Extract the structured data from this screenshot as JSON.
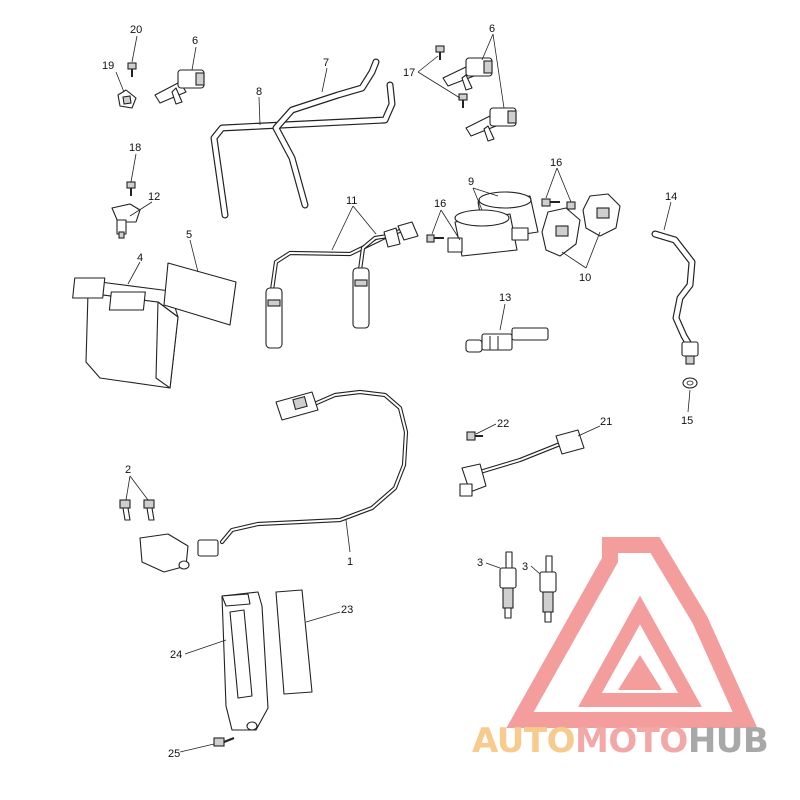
{
  "diagram": {
    "callouts": [
      "1",
      "2",
      "3",
      "4",
      "5",
      "6",
      "6",
      "7",
      "8",
      "9",
      "10",
      "11",
      "12",
      "13",
      "14",
      "15",
      "16",
      "16",
      "17",
      "18",
      "19",
      "20",
      "21",
      "22",
      "23",
      "24",
      "25"
    ]
  },
  "watermark": {
    "word_1": "AUTO",
    "word_2": "MOTO",
    "word_3": "HUB",
    "colors": {
      "auto": "#f6c27a",
      "moto": "#f29a9a",
      "hub": "#9a9a9a",
      "triangle": "#f28c8c"
    }
  }
}
